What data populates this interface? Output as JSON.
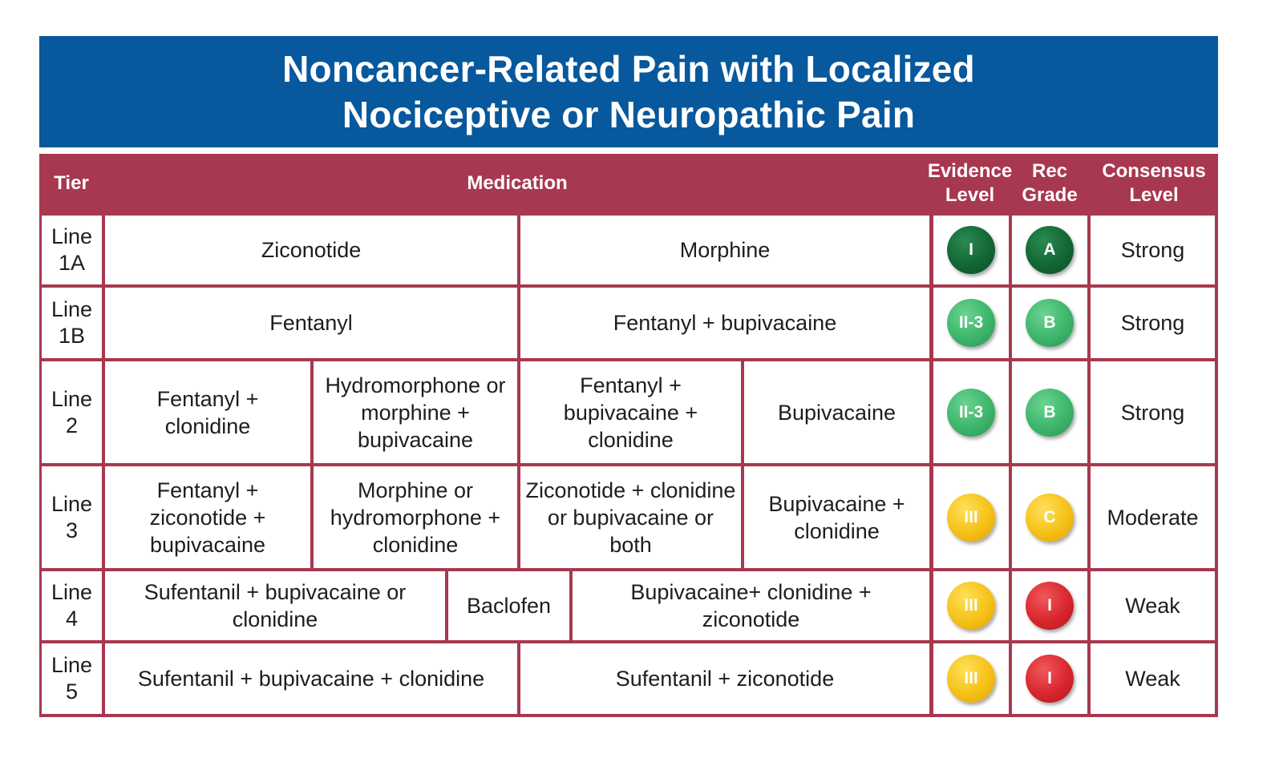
{
  "title": {
    "line1": "Noncancer-Related Pain with Localized",
    "line2": "Nociceptive or Neuropathic Pain"
  },
  "headers": {
    "tier": "Tier",
    "medication": "Medication",
    "evidence_l1": "Evidence",
    "evidence_l2": "Level",
    "rec_l1": "Rec",
    "rec_l2": "Grade",
    "consensus_l1": "Consensus",
    "consensus_l2": "Level"
  },
  "rows": [
    {
      "tier_l1": "Line",
      "tier_l2": "1A",
      "meds": [
        "Ziconotide",
        "Morphine"
      ],
      "evidence": "I",
      "grade": "A",
      "consensus": "Strong"
    },
    {
      "tier_l1": "Line",
      "tier_l2": "1B",
      "meds": [
        "Fentanyl",
        "Fentanyl + bupivacaine"
      ],
      "evidence": "II-3",
      "grade": "B",
      "consensus": "Strong"
    },
    {
      "tier_l1": "Line",
      "tier_l2": "2",
      "meds": [
        "Fentanyl + clonidine",
        "Hydromorphone or morphine + bupivacaine",
        "Fentanyl + bupivacaine + clonidine",
        "Bupivacaine"
      ],
      "evidence": "II-3",
      "grade": "B",
      "consensus": "Strong"
    },
    {
      "tier_l1": "Line",
      "tier_l2": "3",
      "meds": [
        "Fentanyl + ziconotide + bupivacaine",
        "Morphine or hydromorphone + clonidine",
        "Ziconotide + clonidine or bupivacaine or both",
        "Bupivacaine + clonidine"
      ],
      "evidence": "III",
      "grade": "C",
      "consensus": "Moderate"
    },
    {
      "tier_l1": "Line",
      "tier_l2": "4",
      "meds": [
        "Sufentanil + bupivacaine or clonidine",
        "Baclofen",
        "Bupivacaine+ clonidine + ziconotide"
      ],
      "evidence": "III",
      "grade": "I",
      "consensus": "Weak"
    },
    {
      "tier_l1": "Line",
      "tier_l2": "5",
      "meds": [
        "Sufentanil + bupivacaine + clonidine",
        "Sufentanil + ziconotide"
      ],
      "evidence": "III",
      "grade": "I",
      "consensus": "Weak"
    }
  ],
  "badge_colors": {
    "dark_green": "#136635",
    "green": "#3db56b",
    "yellow": "#f5c116",
    "red": "#d8262d"
  },
  "colors": {
    "banner": "#07589c",
    "table_header": "#a8384f"
  }
}
